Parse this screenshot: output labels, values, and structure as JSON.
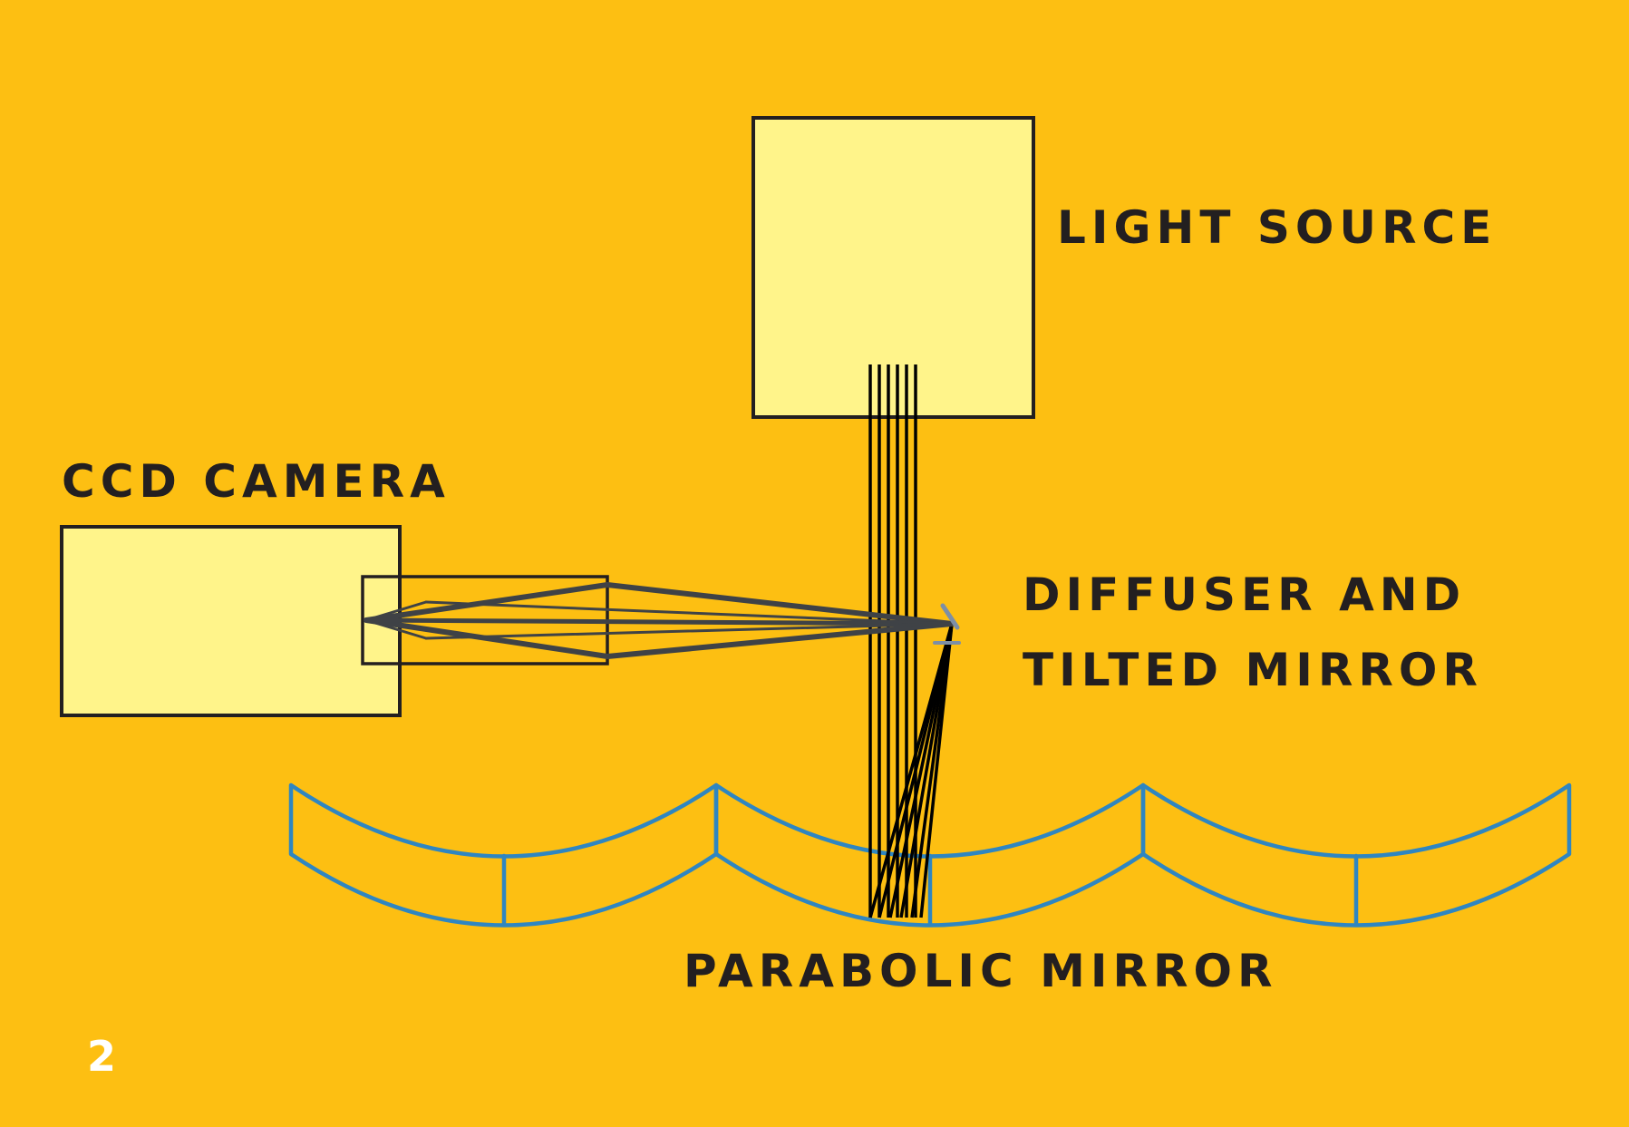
{
  "labels": {
    "light_source": "LIGHT SOURCE",
    "ccd_camera": "CCD CAMERA",
    "diffuser_line1": "DIFFUSER AND",
    "diffuser_line2": "TILTED MIRROR",
    "parabolic_mirror": "PARABOLIC MIRROR"
  },
  "page_number": "2",
  "colors": {
    "background": "#FDBF12",
    "component_fill": "#FFF48A",
    "outline": "#231F20",
    "beam": "#3F4246",
    "mirror": "#2F86C1",
    "page_number": "#FFFFFF"
  }
}
